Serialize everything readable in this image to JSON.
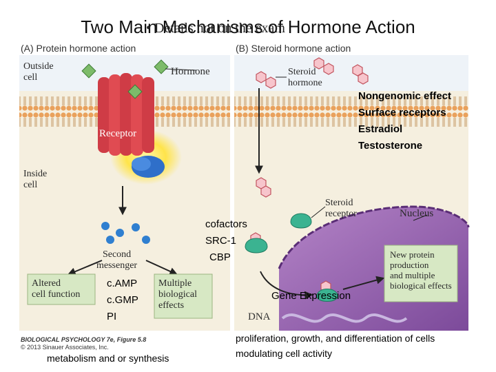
{
  "title": "Two Main Mechanisms of Hormone Action",
  "bullet_overlap": "• Details not on the exam",
  "panel_a": {
    "label": "(A) Protein hormone action",
    "outside_cell": [
      "Outside",
      "cell"
    ],
    "inside_cell": [
      "Inside",
      "cell"
    ],
    "hormone": "Hormone",
    "receptor": "Receptor",
    "second_messenger": [
      "Second",
      "messenger"
    ],
    "altered": [
      "Altered",
      "cell function"
    ],
    "multiple": [
      "Multiple",
      "biological",
      "effects"
    ]
  },
  "panel_b": {
    "label": "(B) Steroid hormone action",
    "steroid_hormone": [
      "Steroid",
      "hormone"
    ],
    "steroid_receptor": [
      "Steroid",
      "receptor"
    ],
    "nucleus": "Nucleus",
    "dna": "DNA",
    "new_protein": [
      "New protein",
      "production",
      "and multiple",
      "biological effects"
    ]
  },
  "overlay": {
    "nongenomic": [
      "Nongenomic effect",
      "Surface receptors",
      "Estradiol",
      "Testosterone"
    ],
    "cofactors": [
      "cofactors",
      "SRC-1",
      "CBP"
    ],
    "second_messengers": [
      "c.AMP",
      "c.GMP",
      "PI"
    ],
    "gene_expression": "Gene Expression",
    "proliferation": [
      "proliferation, growth, and differentiation of cells",
      "modulating cell activity"
    ],
    "metabolism": "metabolism and or synthesis"
  },
  "credit": [
    "BIOLOGICAL PSYCHOLOGY 7e, Figure 5.8",
    "© 2013 Sinauer Associates, Inc."
  ]
}
